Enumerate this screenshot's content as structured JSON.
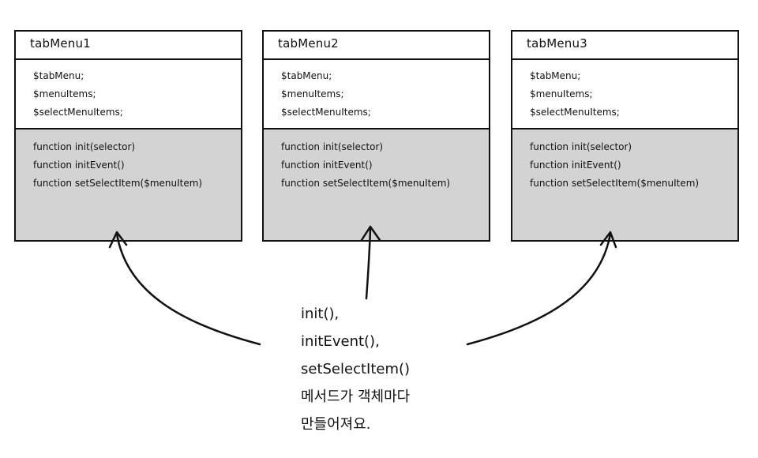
{
  "classes": [
    {
      "name": "tabMenu1",
      "fields": [
        "$tabMenu;",
        "$menuItems;",
        "$selectMenuItems;"
      ],
      "methods": [
        "function init(selector)",
        "function initEvent()",
        "function setSelectItem($menuItem)"
      ]
    },
    {
      "name": "tabMenu2",
      "fields": [
        "$tabMenu;",
        "$menuItems;",
        "$selectMenuItems;"
      ],
      "methods": [
        "function init(selector)",
        "function initEvent()",
        "function setSelectItem($menuItem)"
      ]
    },
    {
      "name": "tabMenu3",
      "fields": [
        "$tabMenu;",
        "$menuItems;",
        "$selectMenuItems;"
      ],
      "methods": [
        "function init(selector)",
        "function initEvent()",
        "function setSelectItem($menuItem)"
      ]
    }
  ],
  "note": {
    "lines": [
      "init(),",
      "initEvent(),",
      "setSelectItem()",
      "메서드가 객체마다",
      "만들어져요."
    ]
  },
  "colors": {
    "stroke": "#111111",
    "methods_background": "#d3d3d3"
  }
}
